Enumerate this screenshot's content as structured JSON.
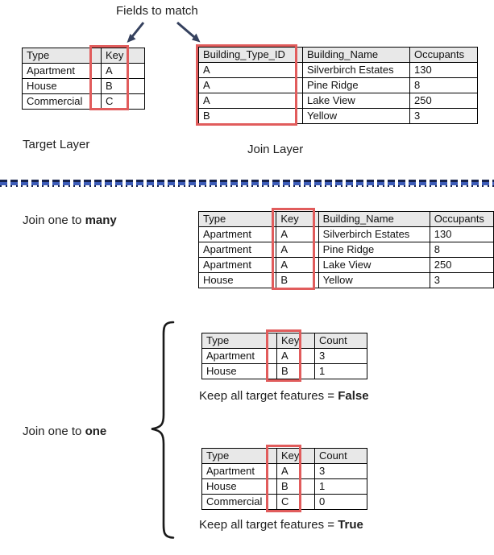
{
  "colors": {
    "highlight": "#E15C5C",
    "header_bg": "#E8E8E8",
    "arrow": "#35415E",
    "divider_blue": "#3D5CB8",
    "divider_dark": "#16224C"
  },
  "labels": {
    "fields_to_match": "Fields to match",
    "target_layer": "Target Layer",
    "join_layer": "Join Layer",
    "join_one_to_many": {
      "prefix": "Join one to ",
      "bold": "many"
    },
    "join_one_to_one": {
      "prefix": "Join one to ",
      "bold": "one"
    },
    "keep_false": {
      "prefix": "Keep all target features = ",
      "bold": "False"
    },
    "keep_true": {
      "prefix": "Keep all target features = ",
      "bold": "True"
    }
  },
  "tables": {
    "target": {
      "headers": [
        "Type",
        "Key"
      ],
      "rows": [
        [
          "Apartment",
          "A"
        ],
        [
          "House",
          "B"
        ],
        [
          "Commercial",
          "C"
        ]
      ]
    },
    "join": {
      "headers": [
        "Building_Type_ID",
        "Building_Name",
        "Occupants"
      ],
      "rows": [
        [
          "A",
          "Silverbirch Estates",
          "130"
        ],
        [
          "A",
          "Pine Ridge",
          "8"
        ],
        [
          "A",
          "Lake View",
          "250"
        ],
        [
          "B",
          "Yellow",
          "3"
        ]
      ]
    },
    "one_to_many": {
      "headers": [
        "Type",
        "Key",
        "Building_Name",
        "Occupants"
      ],
      "rows": [
        [
          "Apartment",
          "A",
          "Silverbirch Estates",
          "130"
        ],
        [
          "Apartment",
          "A",
          "Pine Ridge",
          "8"
        ],
        [
          "Apartment",
          "A",
          "Lake View",
          "250"
        ],
        [
          "House",
          "B",
          "Yellow",
          "3"
        ]
      ]
    },
    "count_false": {
      "headers": [
        "Type",
        "Key",
        "Count"
      ],
      "rows": [
        [
          "Apartment",
          "A",
          "3"
        ],
        [
          "House",
          "B",
          "1"
        ]
      ]
    },
    "count_true": {
      "headers": [
        "Type",
        "Key",
        "Count"
      ],
      "rows": [
        [
          "Apartment",
          "A",
          "3"
        ],
        [
          "House",
          "B",
          "1"
        ],
        [
          "Commercial",
          "C",
          "0"
        ]
      ]
    }
  }
}
